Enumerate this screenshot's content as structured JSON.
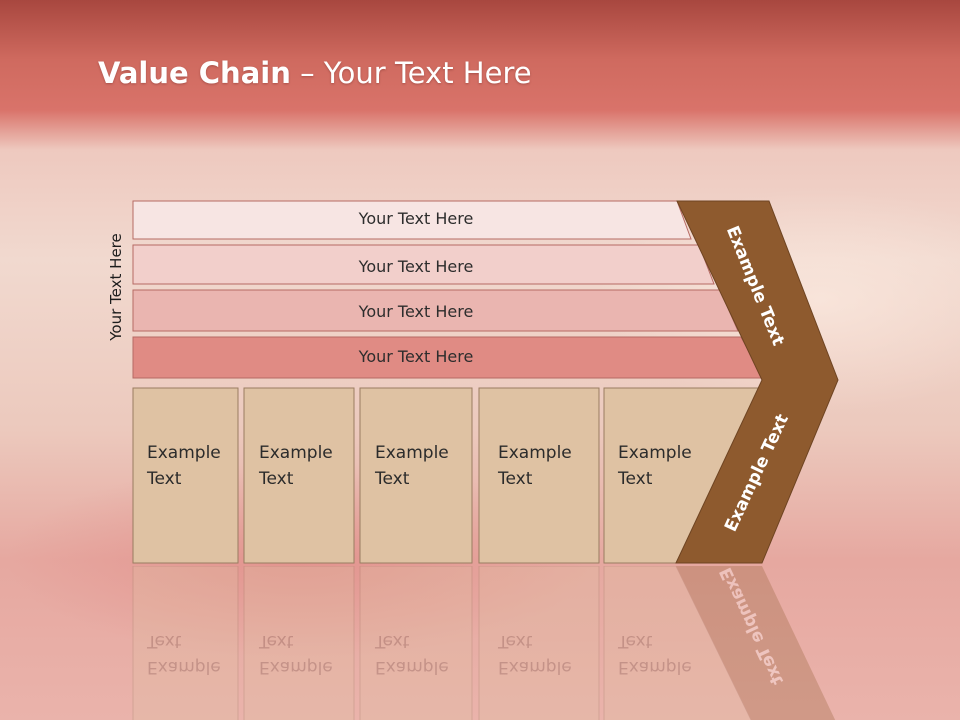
{
  "slide": {
    "title_bold": "Value Chain",
    "title_rest": " – Your Text Here",
    "vertical_label": "Your Text Here"
  },
  "support_bars": [
    {
      "label": "Your Text Here",
      "fill": "#f7e5e3"
    },
    {
      "label": "Your Text Here",
      "fill": "#f2cfcb"
    },
    {
      "label": "Your Text Here",
      "fill": "#eab5b0"
    },
    {
      "label": "Your Text Here",
      "fill": "#e08b84"
    }
  ],
  "primary_activities": [
    {
      "line1": "Example",
      "line2": "Text"
    },
    {
      "line1": "Example",
      "line2": "Text"
    },
    {
      "line1": "Example",
      "line2": "Text"
    },
    {
      "line1": "Example",
      "line2": "Text"
    },
    {
      "line1": "Example",
      "line2": "Text"
    }
  ],
  "margin_chevron": {
    "upper_label": "Example Text",
    "lower_label": "Example Text",
    "fill": "#8e5a2e"
  },
  "colors": {
    "activity_fill": "#dfc2a3",
    "activity_stroke": "#9a7c60",
    "bar_stroke": "#b66a63"
  }
}
